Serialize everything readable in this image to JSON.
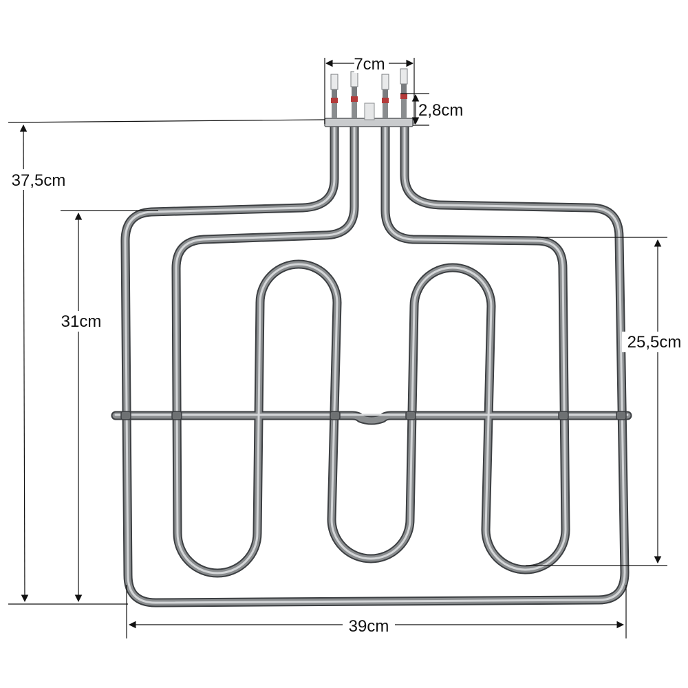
{
  "dimensions": {
    "connector_width": "7cm",
    "terminal_height": "2,8cm",
    "total_height": "37,5cm",
    "outer_loop_height": "31cm",
    "inner_loop_height": "25,5cm",
    "total_width": "39cm"
  },
  "colors": {
    "background": "#ffffff",
    "element_metal": "#8a8d8f",
    "element_outline": "#3c3f42",
    "element_highlight": "#d4d6d8",
    "terminal_insulator": "#b33a3a",
    "dimension_line": "#111111"
  }
}
